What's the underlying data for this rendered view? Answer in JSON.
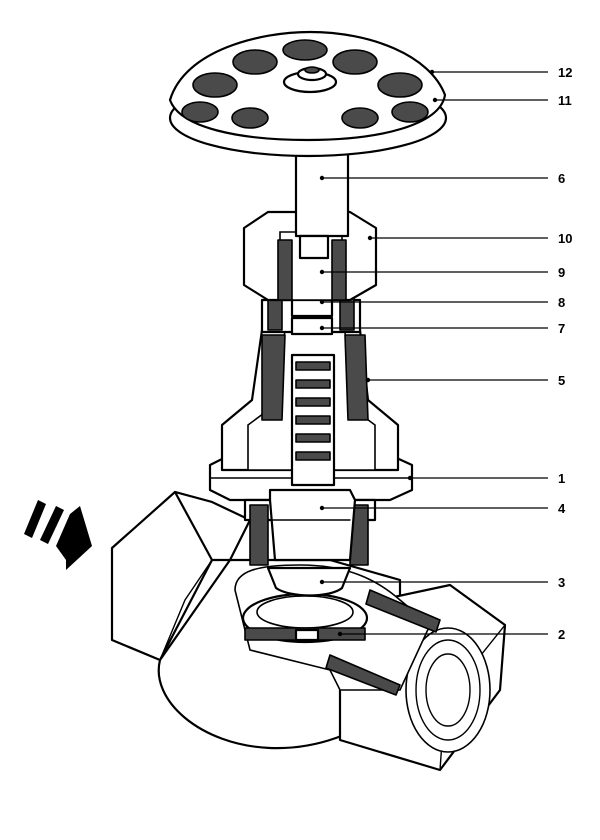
{
  "callouts": [
    {
      "id": "c12",
      "label": "12"
    },
    {
      "id": "c11",
      "label": "11"
    },
    {
      "id": "c6",
      "label": "6"
    },
    {
      "id": "c10",
      "label": "10"
    },
    {
      "id": "c9",
      "label": "9"
    },
    {
      "id": "c8",
      "label": "8"
    },
    {
      "id": "c7",
      "label": "7"
    },
    {
      "id": "c5",
      "label": "5"
    },
    {
      "id": "c1",
      "label": "1"
    },
    {
      "id": "c4",
      "label": "4"
    },
    {
      "id": "c3",
      "label": "3"
    },
    {
      "id": "c2",
      "label": "2"
    }
  ],
  "colors": {
    "line": "#000000",
    "shade": "#4a4a4a",
    "fill": "#ffffff"
  },
  "icons": {
    "flow_arrow": "flow-direction-arrow-icon"
  }
}
